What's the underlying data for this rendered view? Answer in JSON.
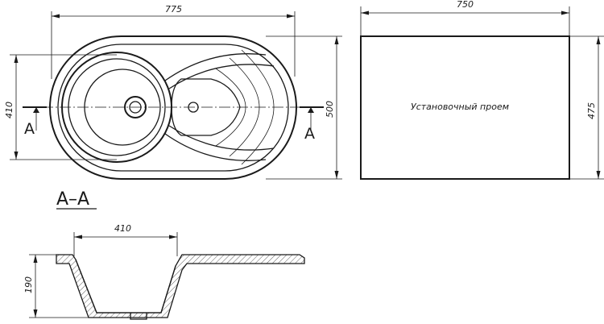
{
  "plan_view": {
    "width_dim": "775",
    "height_dim": "500",
    "bowl_dim": "410",
    "cut_label_left": "A",
    "cut_label_right": "A"
  },
  "cutout_view": {
    "width_dim": "750",
    "height_dim": "475",
    "label": "Установочный проем"
  },
  "section_view": {
    "title": "А–А",
    "width_dim": "410",
    "depth_dim": "190"
  }
}
